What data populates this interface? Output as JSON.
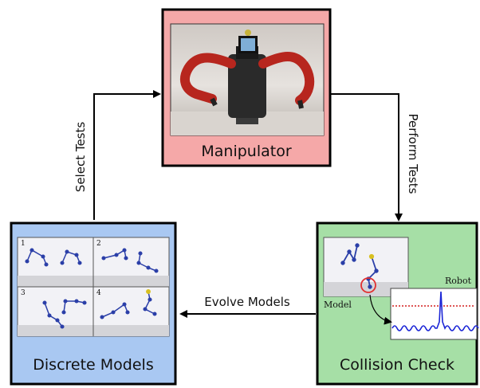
{
  "manipulator": {
    "label": "Manipulator",
    "fill": "#f5a8a8"
  },
  "discrete_models": {
    "label": "Discrete Models",
    "fill": "#a9c8f2",
    "panels": [
      {
        "number": "1"
      },
      {
        "number": "2"
      },
      {
        "number": "3"
      },
      {
        "number": "4"
      }
    ]
  },
  "collision_check": {
    "label": "Collision Check",
    "fill": "#a6dfa6",
    "model_label": "Model",
    "robot_label": "Robot"
  },
  "edges": {
    "select_tests": "Select Tests",
    "perform_tests": "Perform Tests",
    "evolve_models": "Evolve Models"
  },
  "colors": {
    "link_blue": "#2b3fa8",
    "signal_blue": "#1b25d6",
    "threshold_red": "#d41f1f",
    "highlight_circle": "#e23030"
  }
}
